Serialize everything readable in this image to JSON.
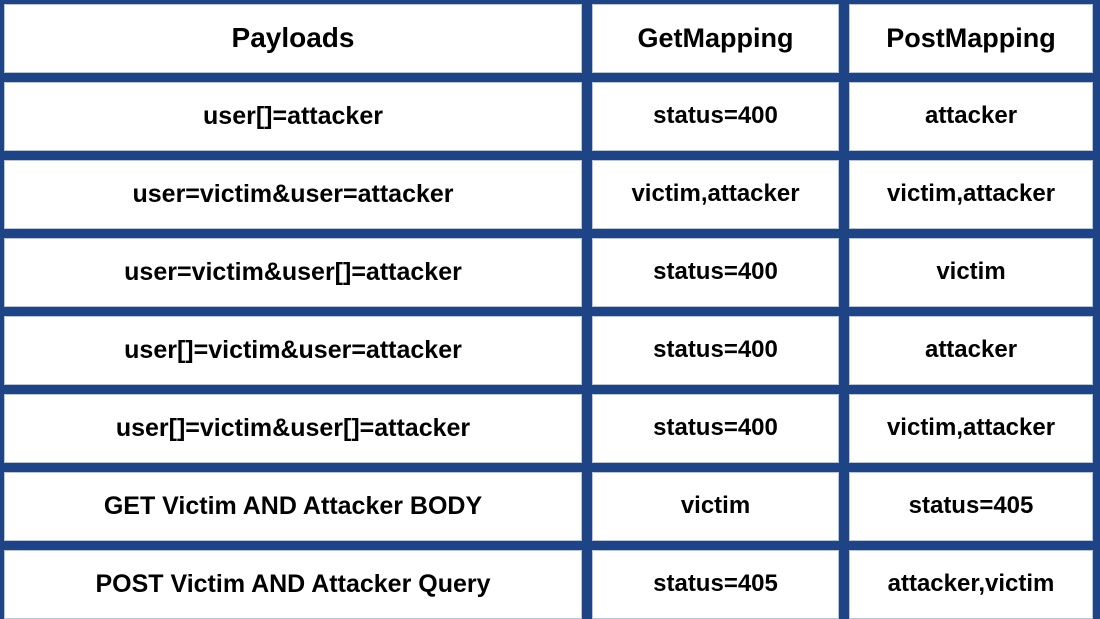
{
  "colors": {
    "grid": "#1f4485",
    "cell_background": "#ffffff",
    "cell_border": "#b9c4d6",
    "text": "#000000"
  },
  "table": {
    "columns": [
      "Payloads",
      "GetMapping",
      "PostMapping"
    ],
    "rows": [
      {
        "payload": "user[]=attacker",
        "get_mapping": "status=400",
        "post_mapping": "attacker"
      },
      {
        "payload": "user=victim&user=attacker",
        "get_mapping": "victim,attacker",
        "post_mapping": "victim,attacker"
      },
      {
        "payload": "user=victim&user[]=attacker",
        "get_mapping": "status=400",
        "post_mapping": "victim"
      },
      {
        "payload": "user[]=victim&user=attacker",
        "get_mapping": "status=400",
        "post_mapping": "attacker"
      },
      {
        "payload": "user[]=victim&user[]=attacker",
        "get_mapping": "status=400",
        "post_mapping": "victim,attacker"
      },
      {
        "payload": "GET Victim AND Attacker BODY",
        "get_mapping": "victim",
        "post_mapping": "status=405"
      },
      {
        "payload": "POST Victim AND Attacker Query",
        "get_mapping": "status=405",
        "post_mapping": "attacker,victim"
      }
    ]
  }
}
